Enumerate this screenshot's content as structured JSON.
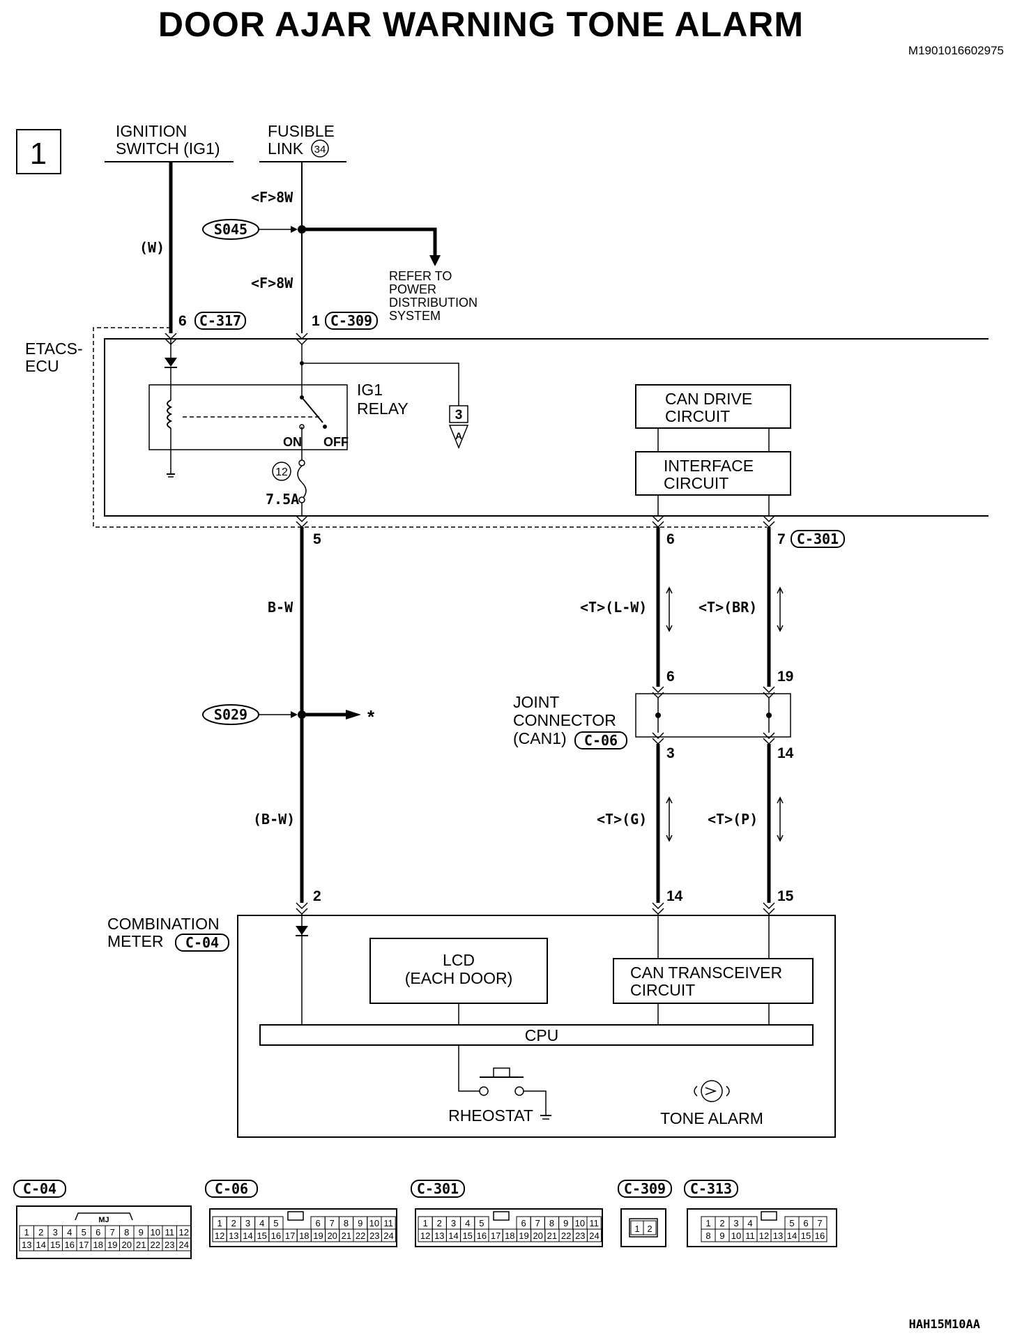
{
  "title": "DOOR AJAR WARNING TONE ALARM",
  "doc_id": "M1901016602975",
  "figure_code": "HAH15M10AA",
  "page_number": "1",
  "sources": {
    "ignition_line1": "IGNITION",
    "ignition_line2": "SWITCH (IG1)",
    "fusible_line1": "FUSIBLE",
    "fusible_line2": "LINK",
    "fusible_num": "34"
  },
  "wires": {
    "w_ignition": "(W)",
    "f8w_top": "<F>8W",
    "f8w_bottom": "<F>8W",
    "bw": "B-W",
    "bw_paren": "(B-W)",
    "lw": "<T>(L-W)",
    "br": "<T>(BR)",
    "g": "<T>(G)",
    "p": "<T>(P)"
  },
  "splices": {
    "s045": "S045",
    "s029": "S029",
    "s029_note": "*"
  },
  "refer": {
    "line1": "REFER TO",
    "line2": "POWER",
    "line3": "DISTRIBUTION",
    "line4": "SYSTEM"
  },
  "pins": {
    "p6_c317": "6",
    "p1_c309": "1",
    "p5": "5",
    "p6_top": "6",
    "p7": "7",
    "p6_joint": "6",
    "p19": "19",
    "p3": "3",
    "p14_joint": "14",
    "p2": "2",
    "p14_meter": "14",
    "p15": "15"
  },
  "connectors": {
    "c317": "C-317",
    "c309": "C-309",
    "c301": "C-301",
    "c06": "C-06",
    "c04": "C-04"
  },
  "etacs": {
    "label_line1": "ETACS-",
    "label_line2": "ECU",
    "relay_line1": "IG1",
    "relay_line2": "RELAY",
    "on": "ON",
    "off": "OFF",
    "fuse_num": "12",
    "fuse_rating": "7.5A",
    "ref_num": "3",
    "ref_letter": "A",
    "can_drive_line1": "CAN DRIVE",
    "can_drive_line2": "CIRCUIT",
    "interface_line1": "INTERFACE",
    "interface_line2": "CIRCUIT"
  },
  "joint": {
    "line1": "JOINT",
    "line2": "CONNECTOR",
    "line3": "(CAN1)"
  },
  "meter": {
    "label_line1": "COMBINATION",
    "label_line2": "METER",
    "lcd_line1": "LCD",
    "lcd_line2": "(EACH DOOR)",
    "can_tx_line1": "CAN TRANSCEIVER",
    "can_tx_line2": "CIRCUIT",
    "cpu": "CPU",
    "rheostat": "RHEOSTAT",
    "tone_alarm": "TONE ALARM"
  },
  "connector_views": {
    "c04": {
      "label": "C-04",
      "tag": "MJ",
      "top": [
        "1",
        "2",
        "3",
        "4",
        "5",
        "6",
        "7",
        "8",
        "9",
        "10",
        "11",
        "12"
      ],
      "bottom": [
        "13",
        "14",
        "15",
        "16",
        "17",
        "18",
        "19",
        "20",
        "21",
        "22",
        "23",
        "24"
      ]
    },
    "c06": {
      "label": "C-06",
      "top": [
        "1",
        "2",
        "3",
        "4",
        "5",
        "6",
        "7",
        "8",
        "9",
        "10",
        "11"
      ],
      "bottom": [
        "12",
        "13",
        "14",
        "15",
        "16",
        "17",
        "18",
        "19",
        "20",
        "21",
        "22",
        "23",
        "24"
      ]
    },
    "c301": {
      "label": "C-301",
      "top": [
        "1",
        "2",
        "3",
        "4",
        "5",
        "6",
        "7",
        "8",
        "9",
        "10",
        "11"
      ],
      "bottom": [
        "12",
        "13",
        "14",
        "15",
        "16",
        "17",
        "18",
        "19",
        "20",
        "21",
        "22",
        "23",
        "24"
      ]
    },
    "c309": {
      "label": "C-309",
      "top": [
        "1",
        "2"
      ]
    },
    "c313": {
      "label": "C-313",
      "top": [
        "1",
        "2",
        "3",
        "4",
        "5",
        "6",
        "7"
      ],
      "bottom": [
        "8",
        "9",
        "10",
        "11",
        "12",
        "13",
        "14",
        "15",
        "16"
      ]
    }
  }
}
